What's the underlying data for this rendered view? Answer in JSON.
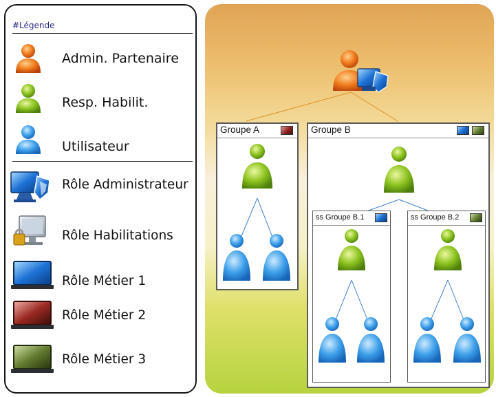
{
  "legend": {
    "title": "#Légende",
    "items": [
      {
        "label": "Admin. Partenaire",
        "icon": "orange-user-icon"
      },
      {
        "label": "Resp. Habilit.",
        "icon": "green-user-icon"
      },
      {
        "label": "Utilisateur",
        "icon": "blue-user-icon"
      },
      {
        "label": "Rôle Administrateur",
        "icon": "admin-role-icon"
      },
      {
        "label": "Rôle Habilitations",
        "icon": "habilitations-role-icon"
      },
      {
        "label": "Rôle Métier 1",
        "icon": "blue-role-icon"
      },
      {
        "label": "Rôle Métier 2",
        "icon": "red-role-icon"
      },
      {
        "label": "Rôle Métier 3",
        "icon": "green-role-icon"
      }
    ]
  },
  "diagram": {
    "groups": [
      {
        "title": "Groupe A",
        "roles": [
          "red-role-icon"
        ]
      },
      {
        "title": "Groupe B",
        "roles": [
          "blue-role-icon",
          "green-role-icon"
        ]
      },
      {
        "title": "ss Groupe B.1",
        "roles": [
          "blue-role-icon"
        ]
      },
      {
        "title": "ss Groupe B.2",
        "roles": [
          "green-role-icon"
        ]
      }
    ]
  },
  "colors": {
    "orange_user": "#f07b1c",
    "green_user": "#8cc31f",
    "blue_user": "#3ea0ea",
    "line_orange": "#e0a03a",
    "line_blue": "#3f7fd0"
  }
}
